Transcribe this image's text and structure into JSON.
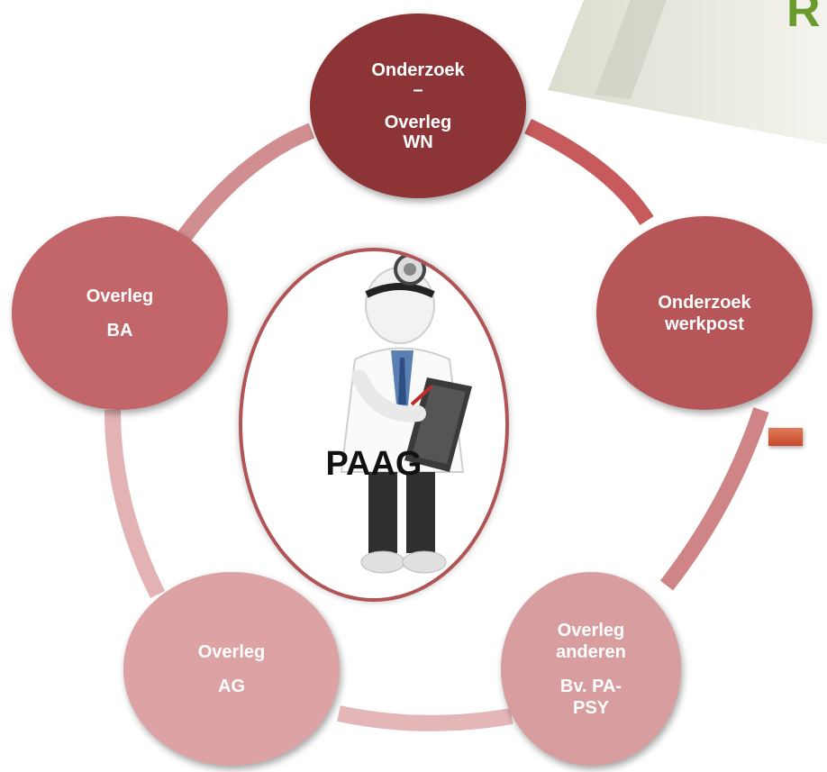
{
  "banner": {
    "letter": "R"
  },
  "colors": {
    "ring": [
      "#c96466",
      "#c77175",
      "#e0abad",
      "#e4b4b6",
      "#d29192"
    ],
    "banner_green": "#6b9a2e",
    "marker": "#d0603e"
  },
  "center": {
    "label": "PAAG",
    "image": "doctor-with-clipboard-figure"
  },
  "nodes": {
    "top": {
      "line1": "Onderzoek",
      "line2": "–",
      "line3": "Overleg",
      "line4": "WN"
    },
    "right": {
      "line1": "Onderzoek",
      "line2": "werkpost"
    },
    "bottom_right": {
      "line1": "Overleg",
      "line2": "anderen",
      "line3": "Bv. PA-",
      "line4": "PSY"
    },
    "bottom_left": {
      "line1": "Overleg",
      "line2": "AG"
    },
    "left": {
      "line1": "Overleg",
      "line2": "BA"
    }
  }
}
